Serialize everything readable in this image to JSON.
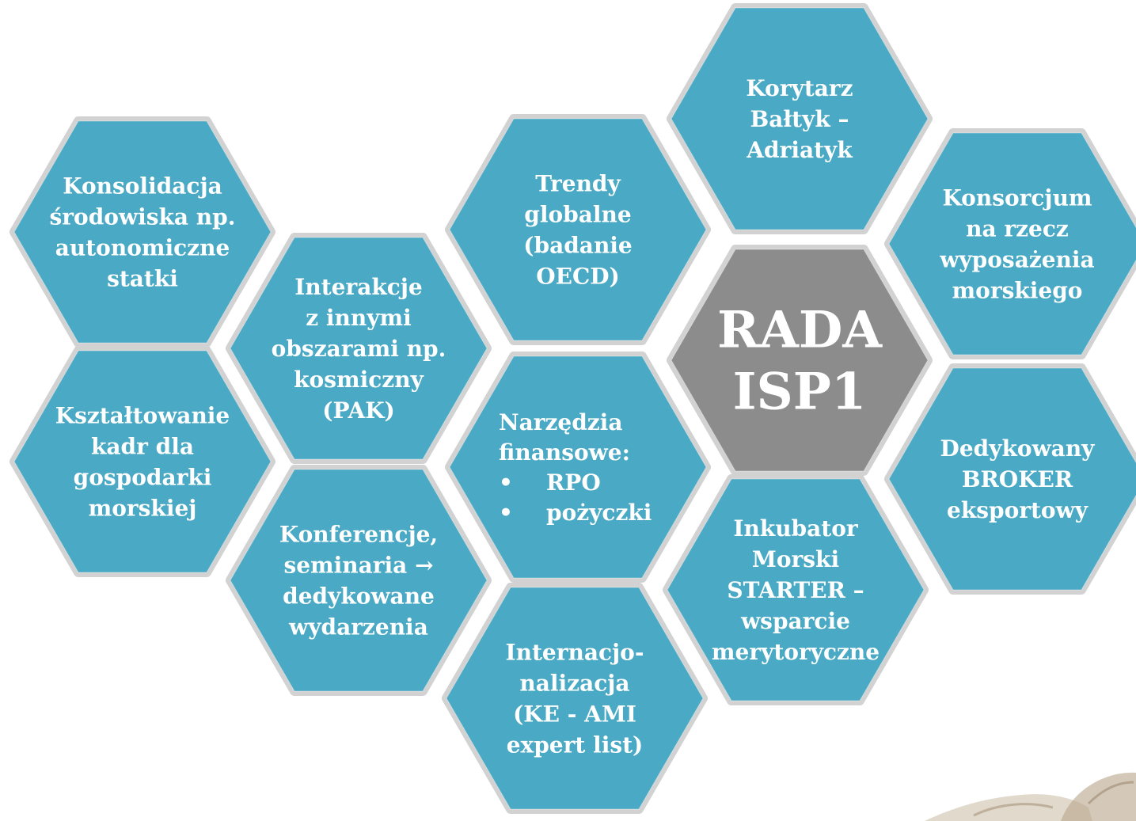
{
  "colors": {
    "hex_fill": "#4aa9c4",
    "center_fill": "#8c8c8c",
    "border": "#d2d2d2",
    "text": "#ffffff"
  },
  "hexagons": [
    {
      "id": "konsolidacja",
      "lines": [
        "Konsolidacja",
        "środowiska np.",
        "autonomiczne",
        "statki"
      ]
    },
    {
      "id": "ksztaltowanie",
      "lines": [
        "Kształtowanie",
        "kadr dla",
        "gospodarki",
        "morskiej"
      ]
    },
    {
      "id": "interakcje",
      "lines": [
        "Interakcje",
        "z innymi",
        "obszarami np.",
        "kosmiczny",
        "(PAK)"
      ]
    },
    {
      "id": "konferencje",
      "lines": [
        "Konferencje,",
        "seminaria →",
        "dedykowane",
        "wydarzenia"
      ]
    },
    {
      "id": "trendy",
      "lines": [
        "Trendy",
        "globalne",
        "(badanie",
        "OECD)"
      ]
    },
    {
      "id": "narzedzia",
      "title_lines": [
        "Narzędzia",
        "finansowe:"
      ],
      "bullets": [
        "RPO",
        "pożyczki"
      ]
    },
    {
      "id": "internacjonalizacja",
      "lines": [
        "Internacjo-",
        "nalizacja",
        "(KE - AMI",
        "expert list)"
      ]
    },
    {
      "id": "korytarz",
      "lines": [
        "Korytarz",
        "Bałtyk –",
        "Adriatyk"
      ]
    },
    {
      "id": "rada",
      "lines": [
        "RADA",
        "ISP1"
      ],
      "center": true
    },
    {
      "id": "inkubator",
      "lines": [
        "Inkubator",
        "Morski",
        "STARTER –",
        "wsparcie",
        "merytoryczne"
      ]
    },
    {
      "id": "konsorcjum",
      "lines": [
        "Konsorcjum",
        "na rzecz",
        "wyposażenia",
        "morskiego"
      ]
    },
    {
      "id": "broker",
      "lines": [
        "Dedykowany",
        "BROKER",
        "eksportowy"
      ]
    }
  ]
}
